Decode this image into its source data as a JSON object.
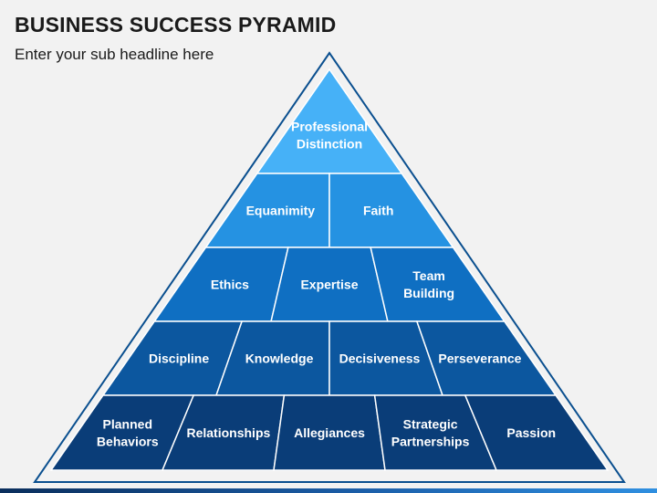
{
  "header": {
    "title": "BUSINESS SUCCESS PYRAMID",
    "subtitle": "Enter your sub headline here"
  },
  "pyramid": {
    "tiers": [
      {
        "color": "#46b1f7",
        "cells": [
          [
            "Professional",
            "Distinction"
          ]
        ]
      },
      {
        "color": "#2592e2",
        "cells": [
          [
            "Equanimity"
          ],
          [
            "Faith"
          ]
        ]
      },
      {
        "color": "#0f6fc2",
        "cells": [
          [
            "Ethics"
          ],
          [
            "Expertise"
          ],
          [
            "Team",
            "Building"
          ]
        ]
      },
      {
        "color": "#0c579f",
        "cells": [
          [
            "Discipline"
          ],
          [
            "Knowledge"
          ],
          [
            "Decisiveness"
          ],
          [
            "Perseverance"
          ]
        ]
      },
      {
        "color": "#0a3d78",
        "cells": [
          [
            "Planned",
            "Behaviors"
          ],
          [
            "Relationships"
          ],
          [
            "Allegiances"
          ],
          [
            "Strategic",
            "Partnerships"
          ],
          [
            "Passion"
          ]
        ]
      }
    ],
    "outline_color": "#0a4f8f",
    "divider_color": "#ffffff"
  }
}
